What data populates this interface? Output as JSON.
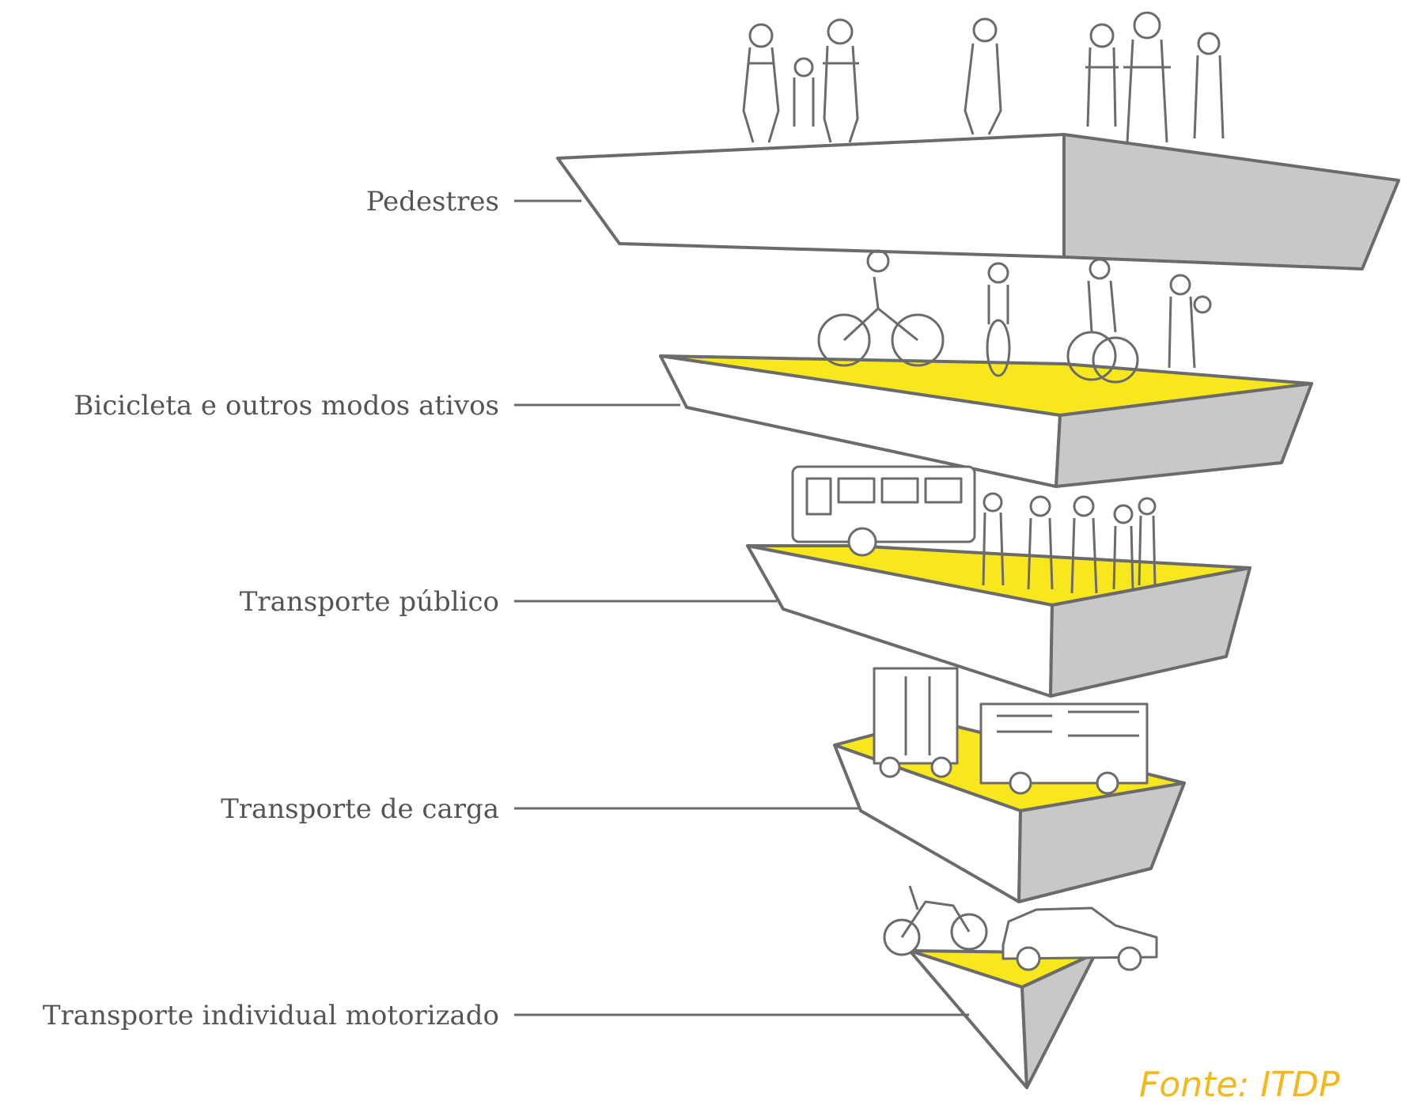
{
  "tiers": [
    {
      "label": "Pedestres",
      "icon": "pedestrians-icon"
    },
    {
      "label": "Bicicleta e outros modos ativos",
      "icon": "bicycles-icon"
    },
    {
      "label": "Transporte público",
      "icon": "bus-icon"
    },
    {
      "label": "Transporte de carga",
      "icon": "truck-icon"
    },
    {
      "label": "Transporte individual motorizado",
      "icon": "car-motorcycle-icon"
    }
  ],
  "source": "Fonte: ITDP",
  "colors": {
    "accent_yellow": "#f8e71c",
    "side_gray": "#c8c8c8",
    "face_white": "#ffffff",
    "outline": "#6b6b6b",
    "label_gray": "#555555",
    "source_orange": "#f2b81c"
  }
}
